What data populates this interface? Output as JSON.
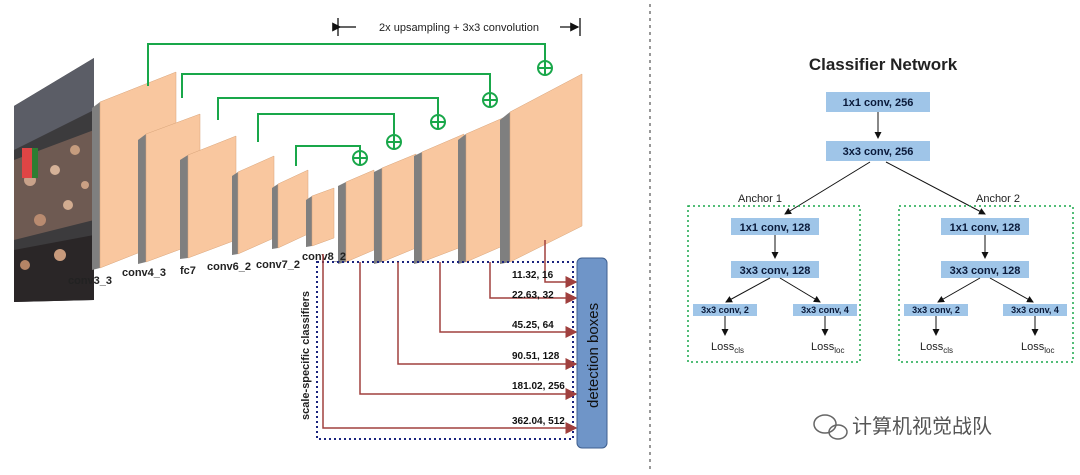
{
  "left": {
    "top_label": "2x upsampling + 3x3 convolution",
    "layers": [
      "conv3_3",
      "conv4_3",
      "fc7",
      "conv6_2",
      "conv7_2",
      "conv8_2"
    ],
    "side_label": "scale-specific classifiers",
    "output_box": "detection boxes",
    "outputs": [
      "11.32, 16",
      "22.63, 32",
      "45.25, 64",
      "90.51, 128",
      "181.02, 256",
      "362.04, 512"
    ]
  },
  "right": {
    "title": "Classifier Network",
    "top_boxes": [
      "1x1 conv, 256",
      "3x3 conv, 256"
    ],
    "anchors": [
      {
        "name": "Anchor 1",
        "boxes": [
          "1x1 conv, 128",
          "3x3 conv, 128"
        ],
        "heads": [
          "3x3 conv, 2",
          "3x3 conv, 4"
        ],
        "losses": [
          {
            "base": "Loss",
            "sub": "cls"
          },
          {
            "base": "Loss",
            "sub": "loc"
          }
        ]
      },
      {
        "name": "Anchor 2",
        "boxes": [
          "1x1 conv, 128",
          "3x3 conv, 128"
        ],
        "heads": [
          "3x3 conv, 2",
          "3x3 conv, 4"
        ],
        "losses": [
          {
            "base": "Loss",
            "sub": "cls"
          },
          {
            "base": "Loss",
            "sub": "loc"
          }
        ]
      }
    ]
  },
  "watermark": "计算机视觉战队",
  "colors": {
    "feature_face": "#f9c79f",
    "feature_side": "#7f7f7f",
    "green": "#19a74a",
    "red": "#a0403e",
    "blue_dot": "#1a237e",
    "box_fill": "#9fc5e8"
  }
}
